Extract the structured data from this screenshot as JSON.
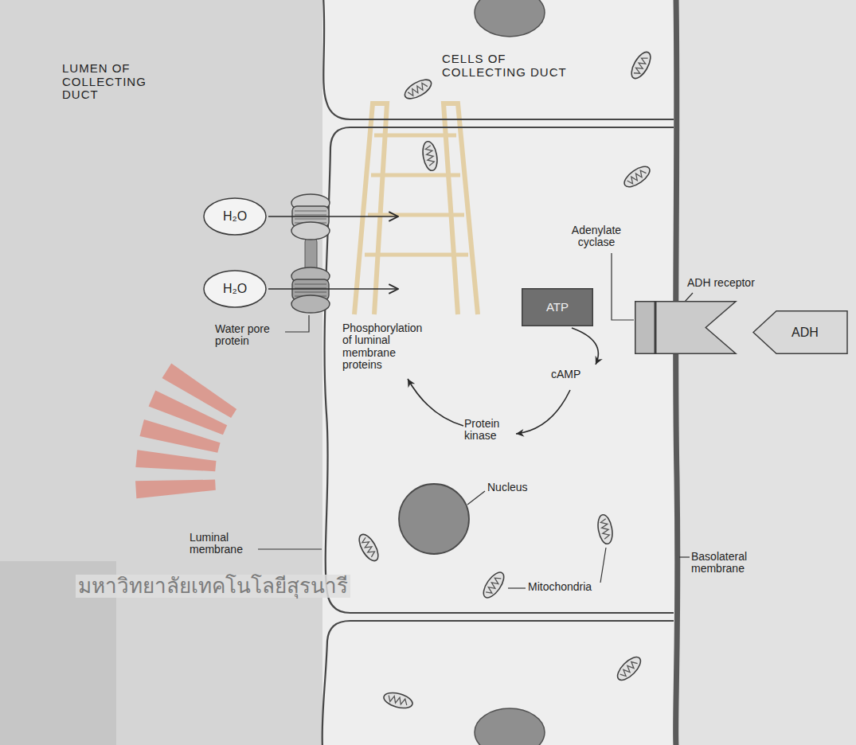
{
  "diagram": {
    "nodes": [
      {
        "text": [
          "H₂O"
        ]
      },
      {
        "text": [
          "H₂O"
        ]
      },
      {
        "text": [
          "Adenylate cyclase"
        ]
      },
      {
        "text": [
          "ADH receptor"
        ]
      },
      {
        "text": [
          "ATP"
        ]
      },
      {
        "text": [
          "ADH"
        ]
      }
    ],
    "labels": [
      "LUMEN OF COLLECTING DUCT",
      "CELLS OF COLLECTING DUCT",
      "Water pore protein",
      "Phosphorylation of luminal membrane proteins",
      "cAMP",
      "Protein kinase",
      "Nucleus",
      "Luminal membrane",
      "Mitochondria",
      "Basolateral membrane",
      "มหาวิทยาลัยเทคโนโลยีสุรนารี"
    ]
  }
}
